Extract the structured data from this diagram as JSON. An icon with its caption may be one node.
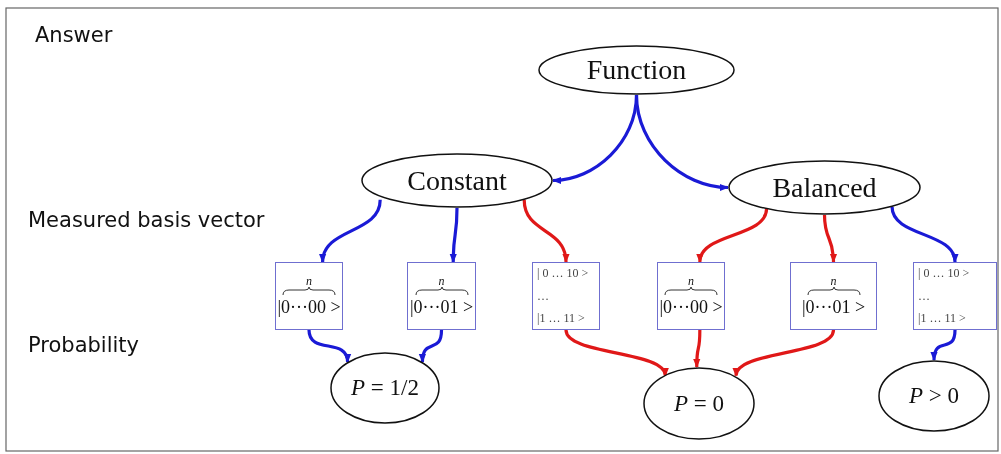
{
  "diagram": {
    "nodes": [
      {
        "text": [
          "Function"
        ]
      },
      {
        "text": [
          "Constant"
        ]
      },
      {
        "text": [
          "Balanced"
        ]
      },
      {
        "text": [
          "*n*",
          "|0···00 >"
        ]
      },
      {
        "text": [
          "*n*",
          "|0···01 >"
        ]
      },
      {
        "text": [
          "| 0 … 10 >",
          "…",
          "|1 … 11 >"
        ]
      },
      {
        "text": [
          "*n*",
          "|0···00 >"
        ]
      },
      {
        "text": [
          "*n*",
          "|0···01 >"
        ]
      },
      {
        "text": [
          "| 0 … 10 >",
          "…",
          "|1 … 11 >"
        ]
      },
      {
        "text": [
          "*P* = 1/2"
        ]
      },
      {
        "text": [
          "*P* = 0"
        ]
      },
      {
        "text": [
          "*P* > 0"
        ]
      }
    ],
    "edges": [
      {
        "from": 0,
        "to": 1,
        "arrow": "to"
      },
      {
        "from": 0,
        "to": 2,
        "arrow": "to"
      },
      {
        "from": 1,
        "to": 3,
        "arrow": "to"
      },
      {
        "from": 1,
        "to": 4,
        "arrow": "to"
      },
      {
        "from": 1,
        "to": 5,
        "arrow": "to",
        "color": "#e01818"
      },
      {
        "from": 2,
        "to": 6,
        "arrow": "to",
        "color": "#e01818"
      },
      {
        "from": 2,
        "to": 7,
        "arrow": "to",
        "color": "#e01818"
      },
      {
        "from": 2,
        "to": 8,
        "arrow": "to"
      },
      {
        "from": 3,
        "to": 9,
        "arrow": "to"
      },
      {
        "from": 4,
        "to": 9,
        "arrow": "to"
      },
      {
        "from": 5,
        "to": 10,
        "arrow": "to",
        "color": "#e01818"
      },
      {
        "from": 6,
        "to": 10,
        "arrow": "to",
        "color": "#e01818"
      },
      {
        "from": 7,
        "to": 10,
        "arrow": "to",
        "color": "#e01818"
      },
      {
        "from": 8,
        "to": 11,
        "arrow": "to"
      }
    ],
    "labels": [
      "Answer",
      "Measured basis vector",
      "Probability"
    ]
  }
}
